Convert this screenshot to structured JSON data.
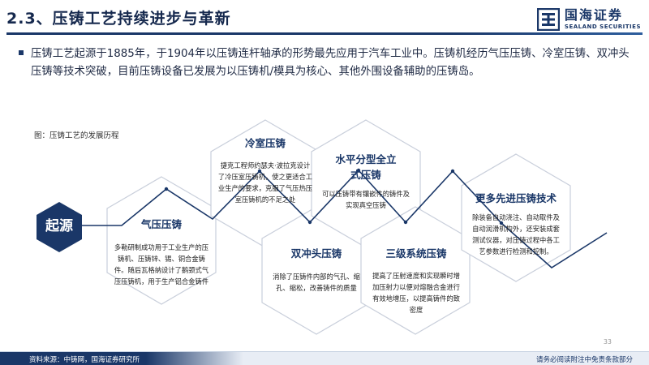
{
  "header": {
    "title": "2.3、压铸工艺持续进步与革新",
    "logo_cn": "国海证券",
    "logo_en": "SEALAND SECURITIES"
  },
  "bullet": "压铸工艺起源于1885年，于1904年以压铸连杆轴承的形势最先应用于汽车工业中。压铸机经历气压压铸、冷室压铸、双冲头压铸等技术突破，目前压铸设备已发展为以压铸机/模具为核心、其他外围设备辅助的压铸岛。",
  "figure": {
    "caption": "图：压铸工艺的发展历程",
    "origin": "起源",
    "stages": [
      {
        "title": "气压压铸",
        "body": "多勒研制成功用于工业生产的压铸机、压铸锌、锡、铜合金铸件。随后瓦格纳设计了鹅颈式气压压铸机，用于生产铝合金铸件"
      },
      {
        "title": "冷室压铸",
        "body": "捷克工程师约瑟夫·波拉克设计了冷压室压铸机，使之更适合工业生产的要求，克服了气压热压室压铸机的不足之处"
      },
      {
        "title": "双冲头压铸",
        "body": "消除了压铸件内部的气孔、缩孔、缩松，改善铸件的质量"
      },
      {
        "title": "水平分型全立式压铸",
        "body": "可以压铸带有镶嵌件的铸件及实现真空压铸"
      },
      {
        "title": "三级系统压铸",
        "body": "提高了压射速度和实现瞬时增加压射力以便对熔融合金进行有效地增压，以提高铸件的致密度"
      },
      {
        "title": "更多先进压铸技术",
        "body": "除装备自动浇注、自动取件及自动润滑机构外，还安装成套测试仪器，对压铸过程中各工艺参数进行检测和控制。"
      }
    ]
  },
  "page_number": "33",
  "footer": {
    "source": "资料来源：中铸网，国海证券研究所",
    "disclaimer": "请务必阅读附注中免责条款部分"
  },
  "colors": {
    "navy": "#1a3768",
    "hex_stroke": "#c9cfdb",
    "timeline": "#1a3768"
  }
}
